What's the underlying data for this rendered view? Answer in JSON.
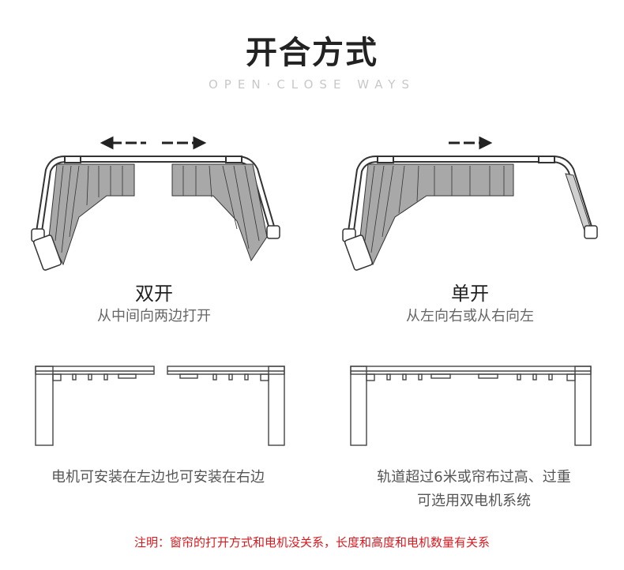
{
  "header": {
    "title": "开合方式",
    "subtitle": "OPEN·CLOSE WAYS"
  },
  "modes": [
    {
      "name": "双开",
      "description": "从中间向两边打开"
    },
    {
      "name": "单开",
      "description": "从左向右或从右向左"
    }
  ],
  "motor_notes": [
    {
      "text": "电机可安装在左边也可安装在右边"
    },
    {
      "line1": "轨道超过6米或帘布过高、过重",
      "line2": "可选用双电机系统"
    }
  ],
  "footer": {
    "note": "注明：窗帘的打开方式和电机没关系，长度和高度和电机数量有关系"
  },
  "colors": {
    "text_dark": "#222222",
    "text_gray": "#666666",
    "subtitle_gray": "#c8c8c8",
    "note_red": "#d9191e",
    "curtain": "#a8a8a8",
    "line": "#333333"
  }
}
